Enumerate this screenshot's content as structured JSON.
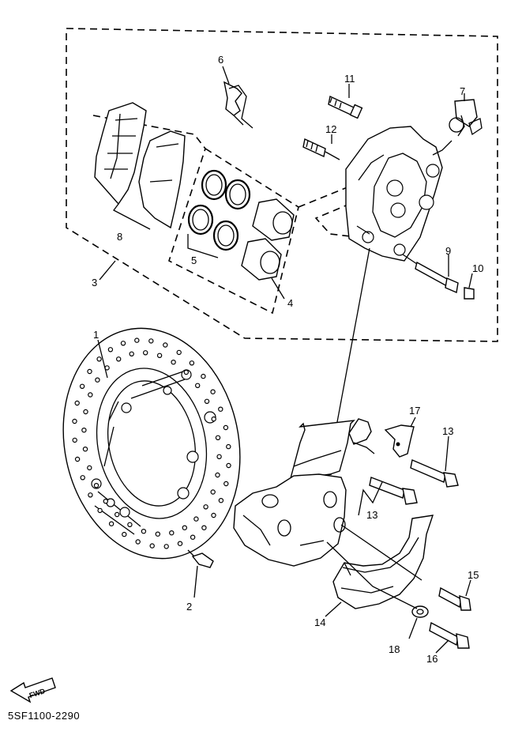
{
  "diagram": {
    "part_labels": {
      "p1": "1",
      "p2": "2",
      "p3": "3",
      "p4": "4",
      "p5": "5",
      "p6": "6",
      "p7": "7",
      "p8": "8",
      "p9": "9",
      "p10": "10",
      "p11": "11",
      "p12": "12",
      "p13a": "13",
      "p13b": "13",
      "p14": "14",
      "p15": "15",
      "p16": "16",
      "p17": "17",
      "p18": "18"
    },
    "fwd_arrow_text": "FWD",
    "drawing_code": "5SF1100-2290"
  }
}
